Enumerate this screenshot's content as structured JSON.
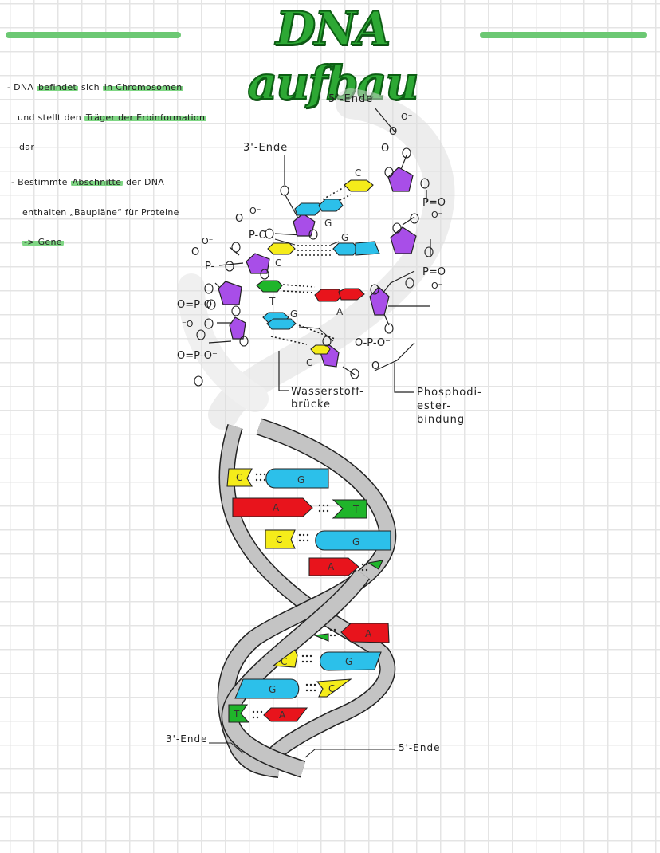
{
  "title": "DNA aufbau",
  "notes": [
    {
      "parts": [
        {
          "text": "- DNA "
        },
        {
          "text": "befindet",
          "hl": true
        },
        {
          "text": " sich "
        },
        {
          "text": "in  Chromosomen",
          "hl": true
        }
      ]
    },
    {
      "parts": [
        {
          "text": "und  stellt  den "
        },
        {
          "text": "Träger  der  Erbinformation",
          "hl": true
        }
      ]
    },
    {
      "parts": [
        {
          "text": "dar"
        }
      ]
    },
    {
      "parts": [
        {
          "text": "- Bestimmte "
        },
        {
          "text": "Abschnitte",
          "hl": true
        },
        {
          "text": " der DNA"
        }
      ]
    },
    {
      "parts": [
        {
          "text": "enthalten  „Baupläne“  für  Proteine"
        }
      ]
    },
    {
      "parts": [
        {
          "text": "-> Gene",
          "hl": true
        }
      ]
    }
  ],
  "diagram_top": {
    "labels": {
      "five_end": "5'-Ende",
      "three_end": "3'-Ende",
      "hydrogen_bond": [
        "Wasserstoff-",
        "brücke"
      ],
      "phosphodiester": [
        "Phosphodi-",
        "ester-",
        "bindung"
      ]
    },
    "base_pairs": [
      {
        "left": "G",
        "right": "C"
      },
      {
        "left": "C",
        "right": "G"
      },
      {
        "left": "T",
        "right": "A"
      },
      {
        "left": "G",
        "right": "C"
      }
    ],
    "atoms": {
      "phosphorus": "P",
      "oxygen": "O",
      "oxygen_minus": "O⁻"
    }
  },
  "diagram_helix": {
    "labels": {
      "three_end": "3'-Ende",
      "five_end": "5'-Ende"
    },
    "base_pairs": [
      {
        "left": "C",
        "right": "G"
      },
      {
        "left": "A",
        "right": "T"
      },
      {
        "left": "C",
        "right": "G"
      },
      {
        "left": "A",
        "right": "T"
      },
      {
        "left": "T",
        "right": "A"
      },
      {
        "left": "C",
        "right": "G"
      },
      {
        "left": "G",
        "right": "C"
      },
      {
        "left": "T",
        "right": "A"
      }
    ]
  },
  "colors": {
    "adenine": "#e8141c",
    "thymine": "#1fb52a",
    "guanine": "#2cc0ea",
    "cytosine": "#f5ec1a",
    "sugar": "#a84ee8",
    "backbone": "#c4c4c4",
    "highlight": "#7fd684",
    "title": "#2da834"
  }
}
